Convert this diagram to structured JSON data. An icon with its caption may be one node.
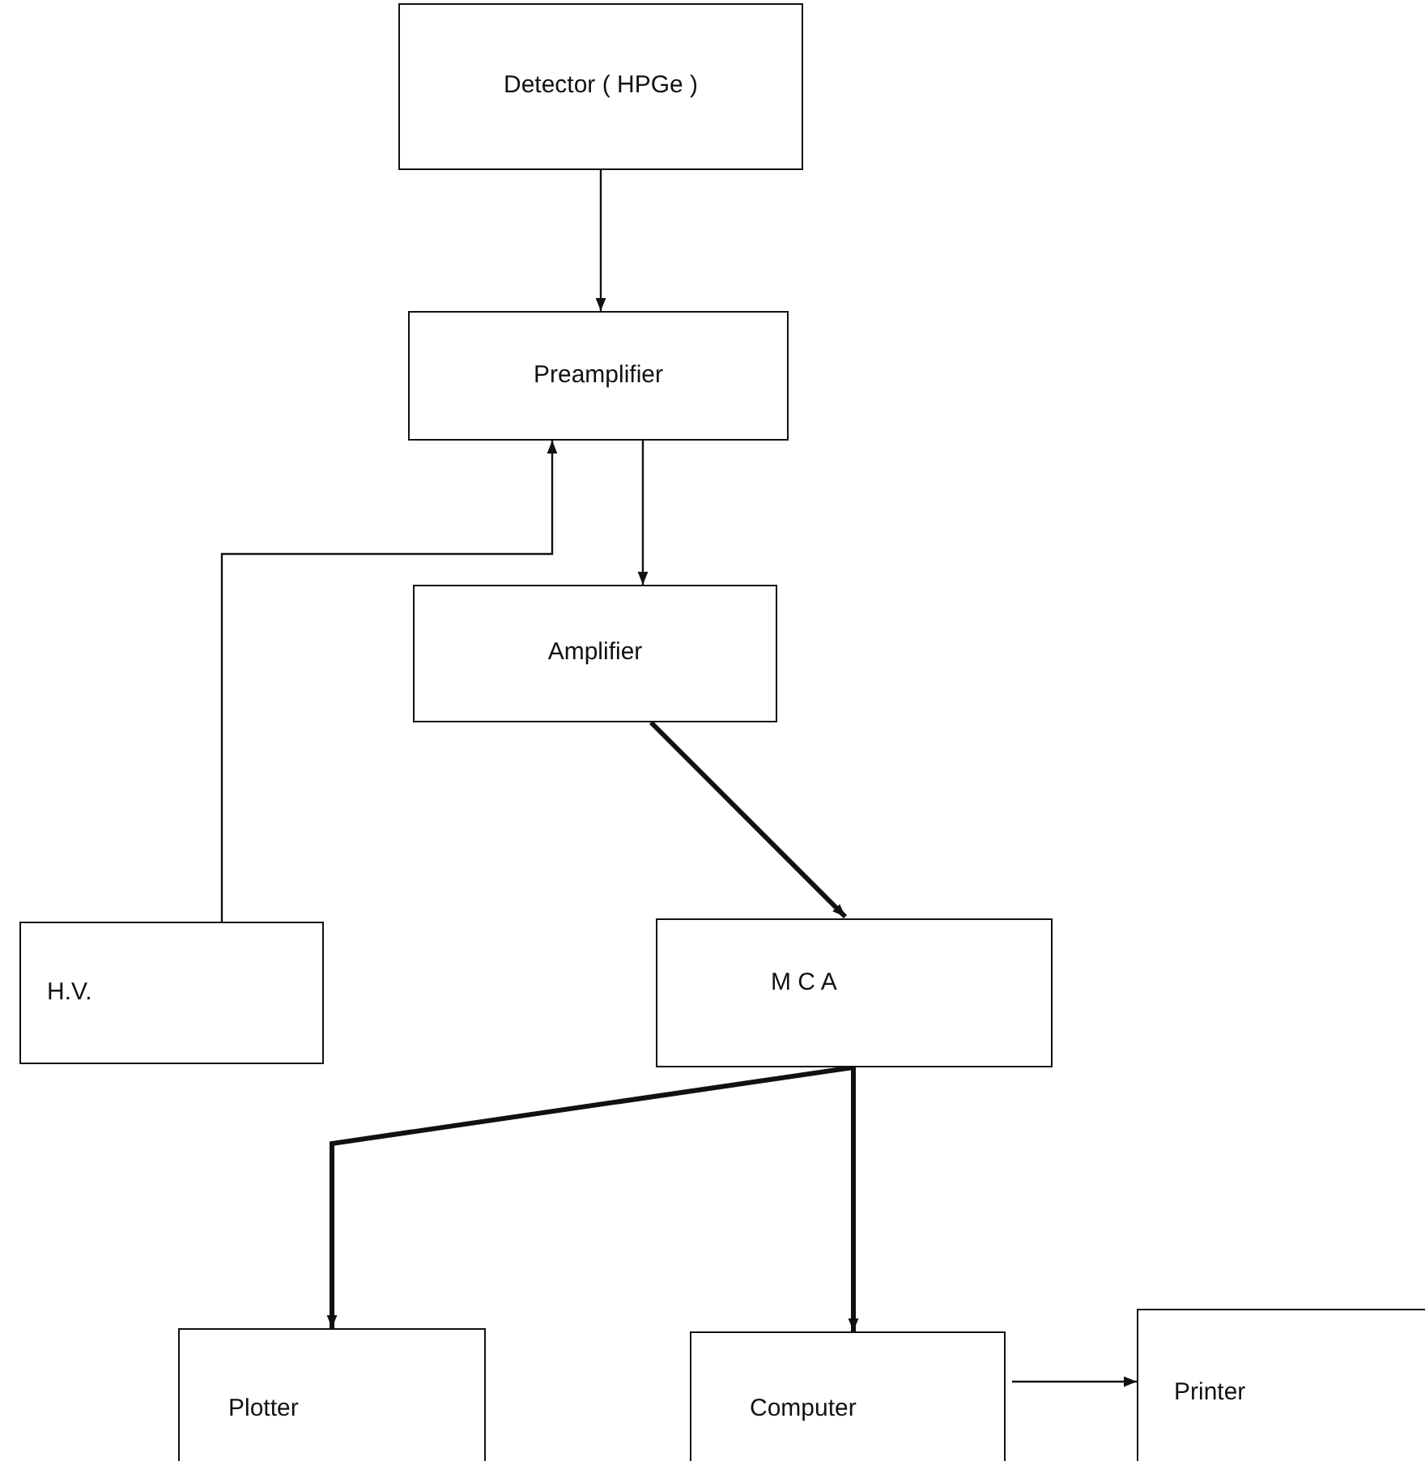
{
  "diagram": {
    "nodes": [
      {
        "text": [
          "Detector ( HPGe )"
        ]
      },
      {
        "text": [
          "Preamplifier"
        ]
      },
      {
        "text": [
          "Amplifier"
        ]
      },
      {
        "text": [
          "H.V."
        ]
      },
      {
        "text": [
          "M C A"
        ]
      },
      {
        "text": [
          "Plotter"
        ]
      },
      {
        "text": [
          "Computer"
        ]
      },
      {
        "text": [
          "Printer"
        ]
      }
    ],
    "edges": [
      {
        "from": 0,
        "to": 1,
        "arrow": "to"
      },
      {
        "from": 1,
        "to": 2,
        "arrow": "to"
      },
      {
        "from": 3,
        "to": 1,
        "arrow": "to"
      },
      {
        "from": 2,
        "to": 4,
        "arrow": "to",
        "style": "thick"
      },
      {
        "from": 4,
        "to": 5,
        "arrow": "to",
        "style": "thick"
      },
      {
        "from": 4,
        "to": 6,
        "arrow": "to",
        "style": "thick"
      },
      {
        "from": 6,
        "to": 7,
        "arrow": "to"
      }
    ]
  }
}
